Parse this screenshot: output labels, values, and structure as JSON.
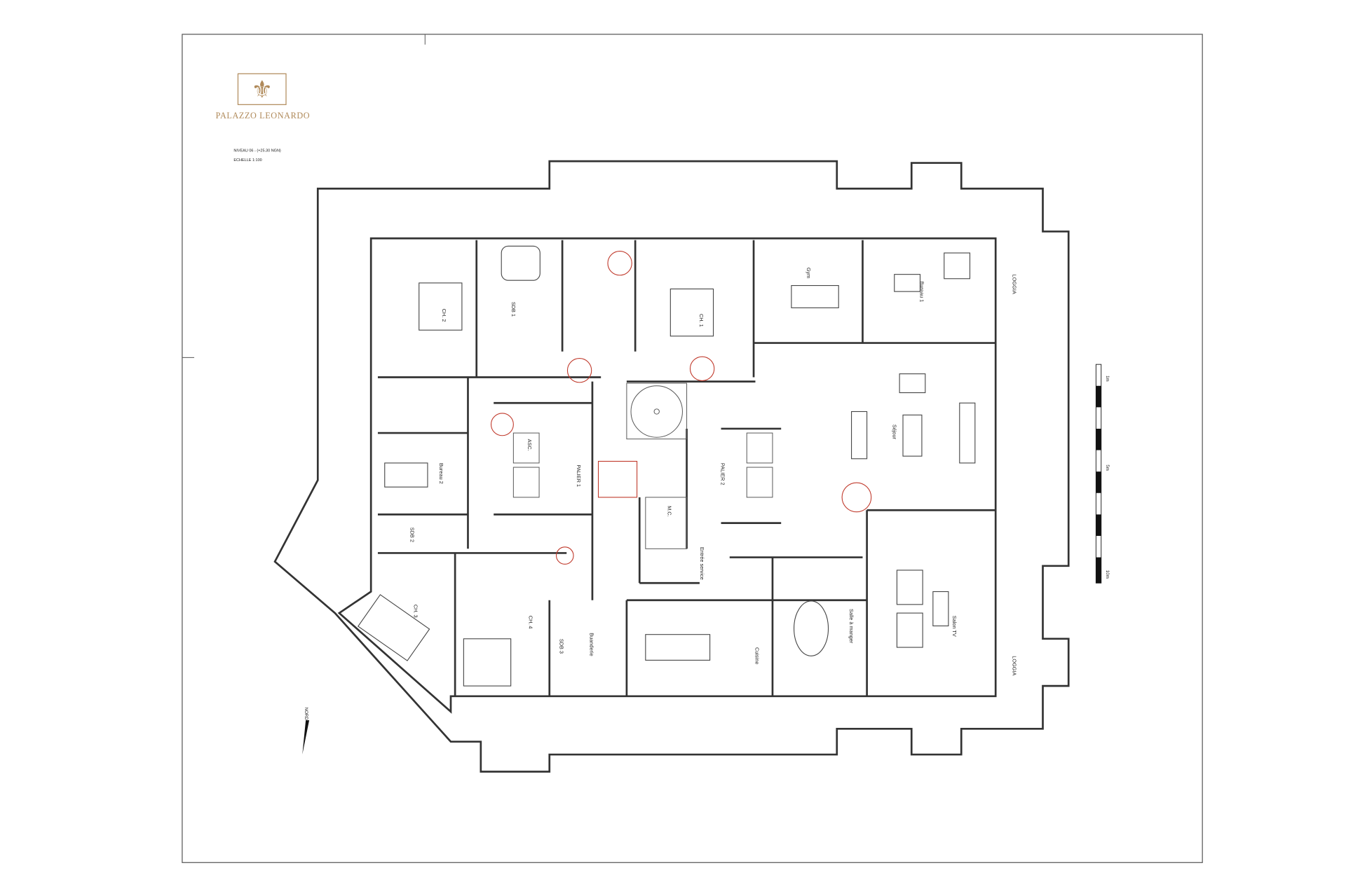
{
  "logo": {
    "name": "PALAZZO LEONARDO"
  },
  "header": {
    "level": "NIVEAU 06 - (+25.30 NGN)",
    "scale": "ECHELLE 1:100"
  },
  "scale_bar": {
    "labels": [
      "1m",
      "5m",
      "10m"
    ]
  },
  "north": {
    "label": "NORD"
  },
  "rooms": {
    "ch2": "CH. 2",
    "sdb1": "SDB 1",
    "ch1": "CH. 1",
    "gym": "Gym",
    "bureau1": "Bureau 1",
    "bureau2": "Bureau 2",
    "sdb2": "SDB 2",
    "ch3": "CH. 3",
    "ch4": "CH. 4",
    "sdb3": "SDB 3",
    "buanderie": "Buanderie",
    "cuisine": "Cuisine",
    "salle_manger": "Salle à manger",
    "salon_tv": "Salon TV",
    "sejour": "Séjour",
    "palier1": "PALIER 1",
    "palier2": "PALIER 2",
    "entree_service": "Entrée service",
    "mc": "M.C.",
    "asc": "ASC.",
    "loggia": "LOGGIA"
  },
  "colors": {
    "logo": "#b08a5a",
    "revision_cloud": "#c0392b"
  }
}
